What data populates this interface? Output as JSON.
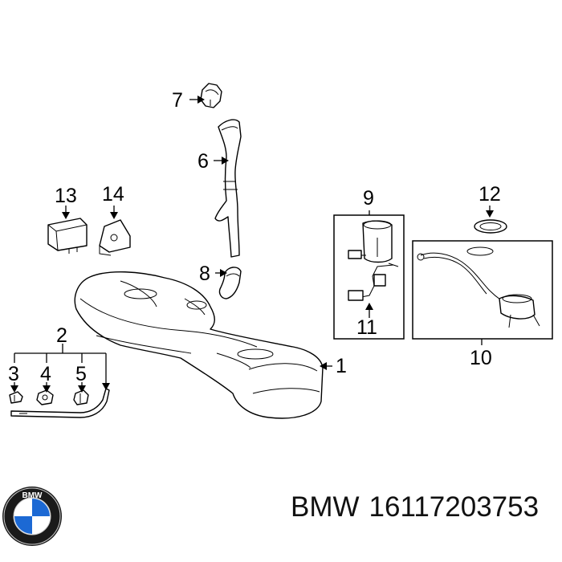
{
  "callouts": {
    "c1": "1",
    "c2": "2",
    "c3": "3",
    "c4": "4",
    "c5": "5",
    "c6": "6",
    "c7": "7",
    "c8": "8",
    "c9": "9",
    "c10": "10",
    "c11": "11",
    "c12": "12",
    "c13": "13",
    "c14": "14"
  },
  "caption": {
    "brand": "BMW",
    "part_number": "16117203753"
  },
  "logo": {
    "text": "BMW",
    "colors": {
      "blue": "#1c69d4",
      "ring": "#1a1a1a",
      "white": "#ffffff"
    }
  }
}
